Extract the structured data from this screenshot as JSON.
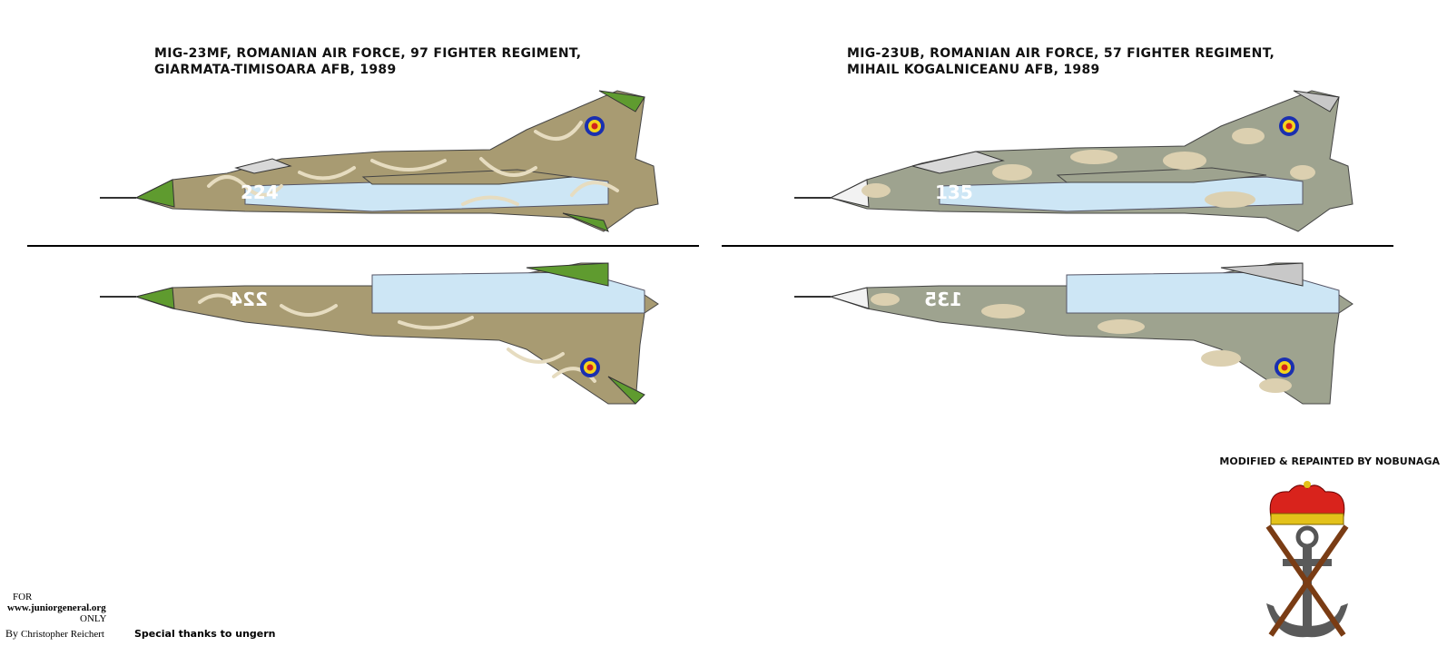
{
  "panels": [
    {
      "caption_line1": "MIG-23MF, ROMANIAN AIR FORCE, 97 FIGHTER REGIMENT,",
      "caption_line2": "GIARMATA-TIMISOARA AFB, 1989",
      "side_number": "224",
      "colors": {
        "base": "#a89b72",
        "pattern": "#e6dcc0",
        "nose": "#5f9b2f",
        "belly": "#cde6f5",
        "tail": "#5f9b2f"
      }
    },
    {
      "caption_line1": "MIG-23UB, ROMANIAN AIR FORCE, 57 FIGHTER REGIMENT,",
      "caption_line2": "MIHAIL KOGALNICEANU AFB, 1989",
      "side_number": "135",
      "colors": {
        "base": "#9ea38f",
        "pattern": "#dcd0b0",
        "nose": "#f2f2f2",
        "belly": "#cde6f5",
        "tail": "#c8c8c8"
      }
    }
  ],
  "credit": "MODIFIED & REPAINTED BY NOBUNAGA",
  "footer": {
    "for": "FOR",
    "site": "www.juniorgeneral.org",
    "only": "ONLY",
    "by_prefix": "By",
    "author": "Christopher Reichert",
    "thanks": "Special thanks to ungern"
  },
  "roundel_colors": [
    "#1a2fb0",
    "#f4d41c",
    "#d2231e"
  ]
}
